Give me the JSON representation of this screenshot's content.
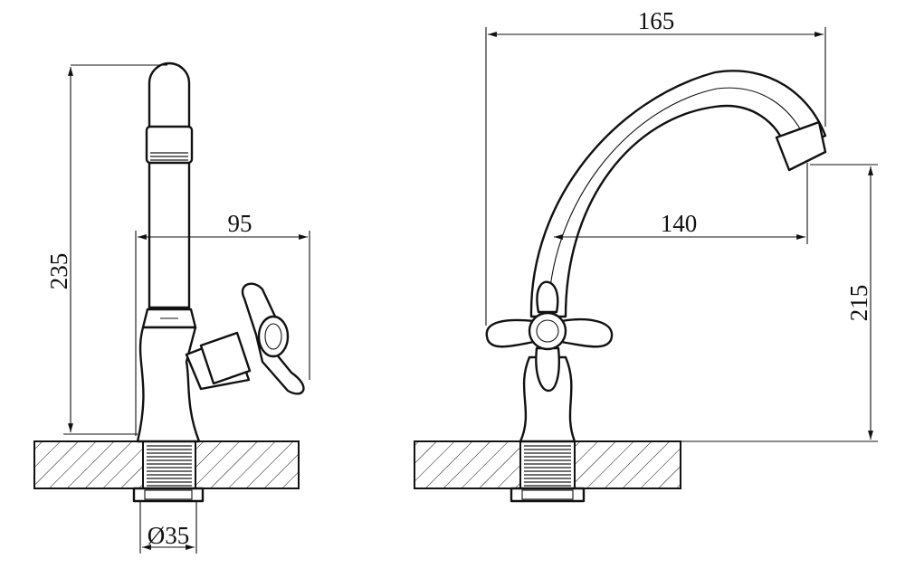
{
  "drawing": {
    "side_view": {
      "height_dim": "235",
      "reach_dim": "95",
      "diameter_dim": "Ø35"
    },
    "front_view": {
      "width_dim": "165",
      "reach_dim": "140",
      "height_dim": "215"
    }
  }
}
